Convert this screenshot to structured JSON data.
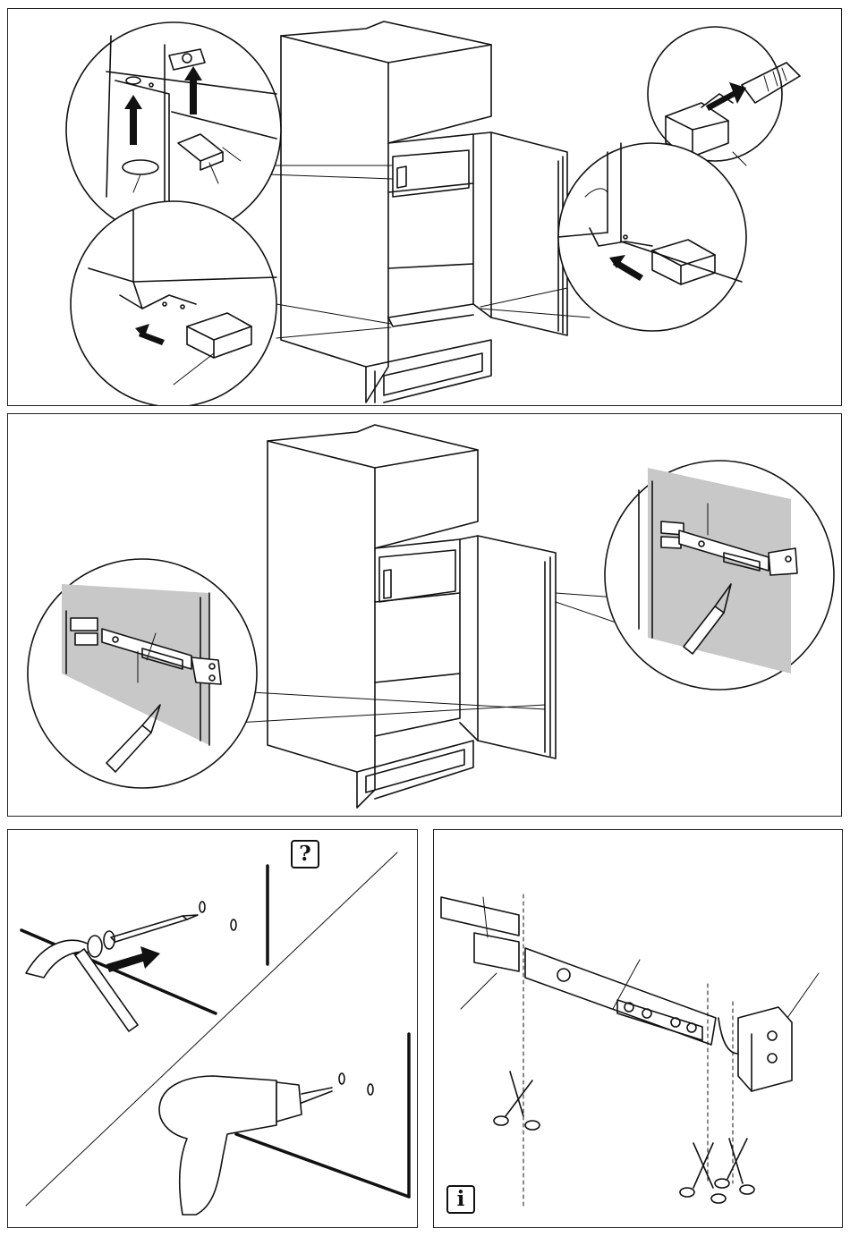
{
  "panels": [
    {
      "id": "panel-1",
      "description_free": true
    },
    {
      "id": "panel-2",
      "description_free": true
    },
    {
      "id": "panel-3",
      "badge": "?"
    },
    {
      "id": "panel-4",
      "badge": "i"
    }
  ],
  "badges": {
    "question": "?",
    "info": "i"
  },
  "icons": [
    "question-icon",
    "info-icon",
    "scissors-icon",
    "hammer-icon",
    "drill-icon",
    "pencil-icon",
    "arrow-icon"
  ],
  "colors": {
    "line": "#111111",
    "wall_fill": "#c8c8c8",
    "background": "#ffffff"
  }
}
